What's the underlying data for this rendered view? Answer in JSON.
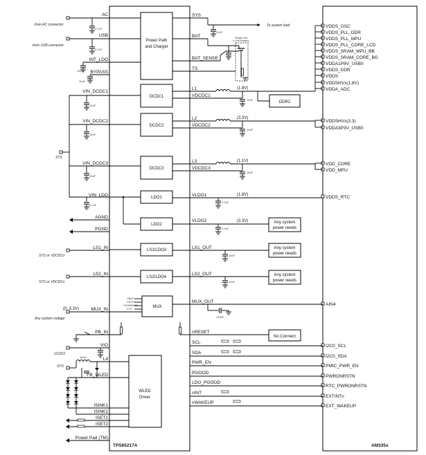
{
  "chips": {
    "pmic": "TPS65217A",
    "soc": "AM335x"
  },
  "pmic_pins_left": {
    "ac": "AC",
    "usb": "USB",
    "int_ldo": "INT_LDO",
    "bypass": "BYPASS",
    "vin_dcdc1": "VIN_DCDC1",
    "vin_dcdc2": "VIN_DCDC2",
    "vin_dcdc3": "VIN_DCDC3",
    "vin_ldo": "VIN_LDO",
    "agnd": "AGND",
    "pgnd": "PGND",
    "ls1_in": "LS1_IN",
    "ls2_in": "LS2_IN",
    "mux_in": "MUX_IN",
    "pb_in": "PB_IN",
    "vio": "VIO",
    "l4": "L4",
    "fb_wled": "FB_WLED",
    "isink1": "ISINK1",
    "isink2": "ISINK2",
    "iset1": "ISET1",
    "iset2": "ISET2",
    "power_pad": "Power Pad (TM)"
  },
  "pmic_pins_right": {
    "sys": "SYS",
    "bat": "BAT",
    "bat_sense": "BAT_SENSE",
    "ts": "TS",
    "l1": "L1",
    "vdcdc1": "VDCDC1",
    "l2": "L2",
    "vdcdc2": "VDCDC2",
    "l3": "L3",
    "vdcdc3": "VDCDC3",
    "vldo1": "VLDO1",
    "vldo2": "VLDO2",
    "ls1_out": "LS1_OUT",
    "ls2_out": "LS2_OUT",
    "mux_out": "MUX_OUT",
    "nreset": "nRESET",
    "scl": "SCL",
    "sda": "SDA",
    "pwr_en": "PWR_EN",
    "pgood": "PGOOD",
    "ldo_pgood": "LDO_PGOOD",
    "nint": "nINT",
    "nwakeup": "nWAKEUP"
  },
  "blocks": {
    "power_path": [
      "Power Path",
      "and Charger"
    ],
    "dcdc1": "DCDC1",
    "dcdc2": "DCDC2",
    "dcdc3": "DCDC3",
    "ldo1": "LDO1",
    "ldo2": "LDO2",
    "ls1": "LS1/LDO3",
    "ls2": "LS2/LDO4",
    "mux": "MUX",
    "mux_inputs": [
      "VBAT",
      "VSYS",
      "VICHARGE",
      "VTS"
    ],
    "wled": [
      "WLED",
      "Driver"
    ],
    "ddr2": "DDR2",
    "no_connect": "No Connect",
    "any_load": [
      "Any system",
      "power needs"
    ],
    "single_cell": [
      "Single cell",
      "Li-Ion battery"
    ]
  },
  "voltages": {
    "dcdc1": "(1.8V)",
    "dcdc2": "(3.3V)",
    "dcdc3": "(1.1V)",
    "ldo1": "(1.8V)",
    "ldo2": "(3.3V)",
    "mux_range": "(0..3.3V)"
  },
  "annotations": {
    "from_ac": "from AC connector",
    "from_usb": "from USB connector",
    "sys": "SYS",
    "sys_or_vdcdcx_1": "SYS or VDCDCx",
    "sys_or_vdcdcx_2": "SYS or VDCDCx",
    "any_voltage": "Any system voltage",
    "vldo1": "VLDO1",
    "sys2": "SYS",
    "to_load": "To system load",
    "inductor": "18uH",
    "cap_4u7": "4.7uF",
    "cap_10u": "10uF",
    "cap_100n": "100nF",
    "cap_2u2": "2.2uF",
    "cap_22u": "22uF"
  },
  "soc_pins": [
    "VDDS_OSC",
    "VDDS_PLL_DDR",
    "VDDS_PLL_MPU",
    "VDDS_PLL_CORE_LCD",
    "VDDS_SRAM_MPU_BB",
    "VDDS_SRAM_CORE_BG",
    "VDDA1P8V_USB0",
    "VDDS_DDR",
    "VDDS",
    "VDDSHVx(1.8V)",
    "VDDA_ADC",
    "VDDSHVx(3.3)",
    "VDDA3P3V_USB0",
    "VDD_CORE",
    "VDD_MPU",
    "VDDS_RTC",
    "AIN4",
    "I2C0_SCL",
    "I2C0_SDA",
    "PMIC_PWR_EN",
    "PWRONRSTN",
    "RTC_PWRONRSTN",
    "EXTINTn",
    "EXT_WAKEUP"
  ]
}
